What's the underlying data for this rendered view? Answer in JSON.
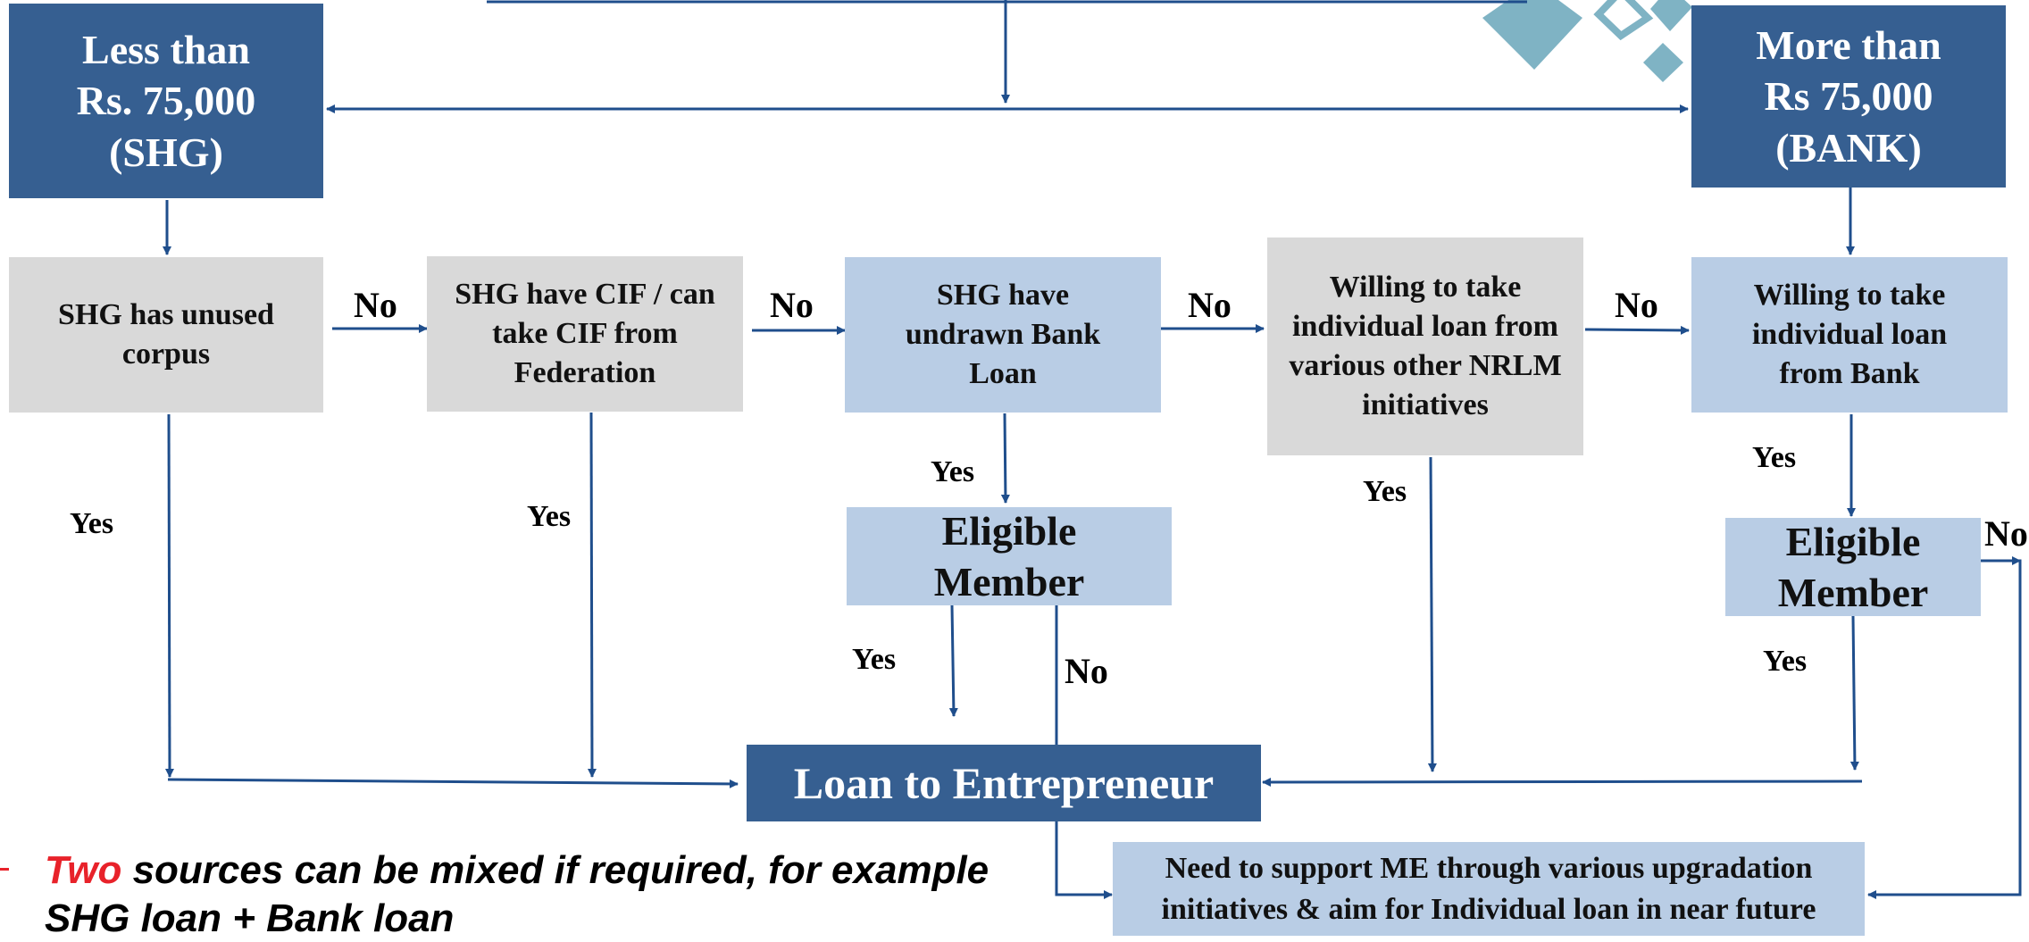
{
  "boxes": {
    "less_than": "Less than Rs. 75,000 (SHG)",
    "more_than": "More than Rs 75,000 (BANK)",
    "unused_corpus": "SHG has unused corpus",
    "cif": "SHG have CIF / can take CIF from Federation",
    "undrawn_loan": "SHG have undrawn Bank Loan",
    "nrlm_loan": "Willing to take individual loan from various other NRLM initiatives",
    "bank_loan": "Willing to take individual loan from Bank",
    "eligible_1": "Eligible Member",
    "eligible_2": "Eligible Member",
    "loan_entrepreneur": "Loan to Entrepreneur",
    "support_me": "Need to support ME through various upgradation initiatives & aim for Individual loan in near future"
  },
  "labels": {
    "no_1": "No",
    "no_2": "No",
    "no_3": "No",
    "no_4": "No",
    "no_5": "No",
    "no_6": "No",
    "yes_1": "Yes",
    "yes_2": "Yes",
    "yes_3": "Yes",
    "yes_4": "Yes",
    "yes_5": "Yes",
    "yes_6": "Yes",
    "yes_7": "Yes"
  },
  "note": {
    "highlight": "Two",
    "text": " sources can be mixed if required, for example SHG loan + Bank loan"
  },
  "colors": {
    "dark_box": "#365f91",
    "light_box": "#b9cde5",
    "grey_box": "#d9d9d9",
    "arrow": "#1f4e8c",
    "highlight": "#e8222a",
    "decor": "#7fb3c4"
  }
}
